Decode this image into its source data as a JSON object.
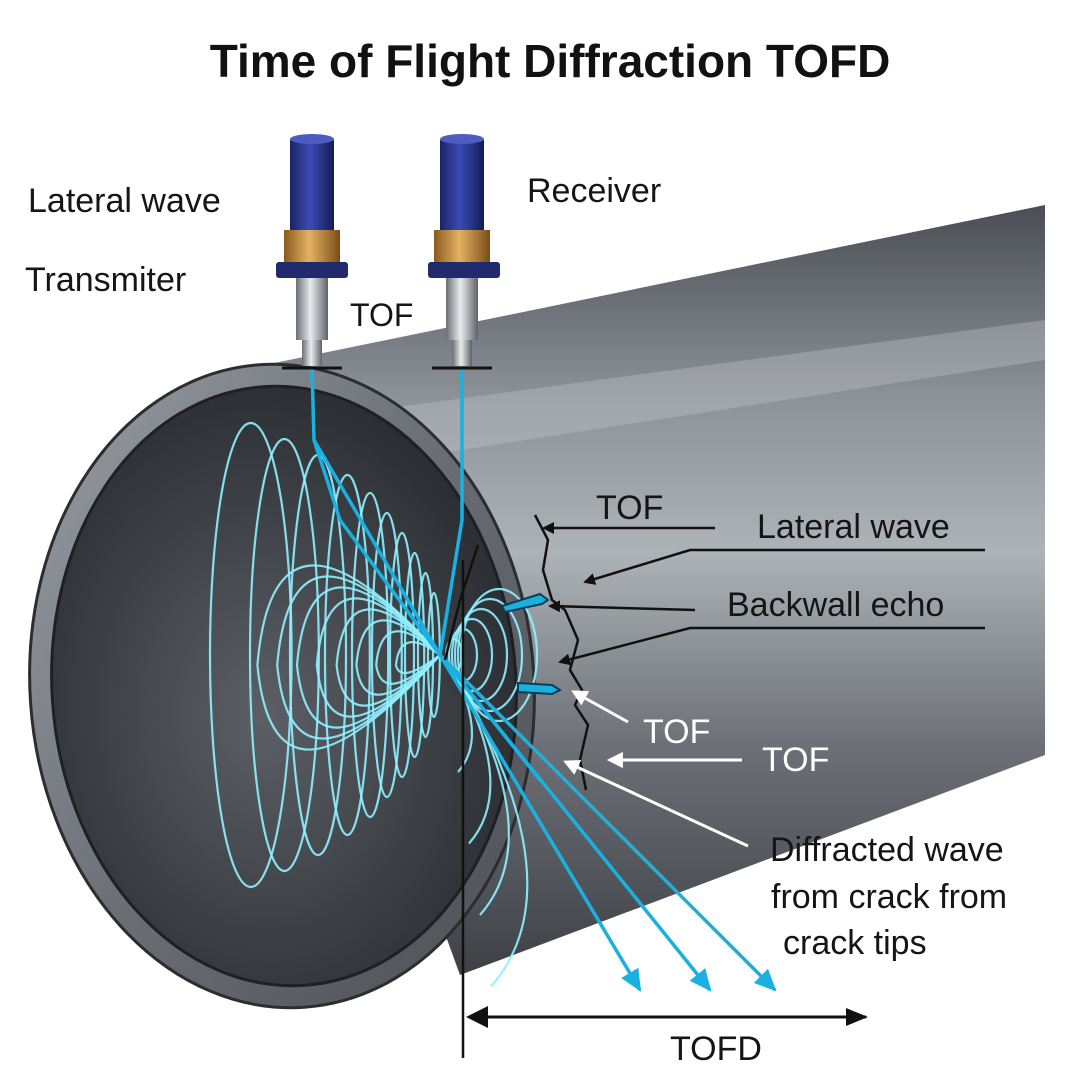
{
  "title": "Time of Flight Diffraction TOFD",
  "labels": {
    "lateral_wave_top": "Lateral wave",
    "transmiter": "Transmiter",
    "receiver": "Receiver",
    "tof_top": "TOF",
    "tof_right": "TOF",
    "lateral_wave_right": "Lateral wave",
    "backwall_echo": "Backwall echo",
    "tof_lower_left": "TOF",
    "tof_lower_right": "TOF",
    "diffracted_line1": "Diffracted wave",
    "diffracted_line2": "from crack from",
    "diffracted_line3": "crack tips",
    "tofd_bottom": "TOFD"
  },
  "colors": {
    "pipe_dark": "#3a3d42",
    "pipe_light": "#9ea3a8",
    "probe_blue": "#2b3a8f",
    "probe_brass": "#c8923a",
    "ray_blue": "#1ab0e0",
    "wave_cyan": "#8ff0ff"
  },
  "icons": {
    "transmitter_probe": "probe-icon",
    "receiver_probe": "probe-icon"
  }
}
